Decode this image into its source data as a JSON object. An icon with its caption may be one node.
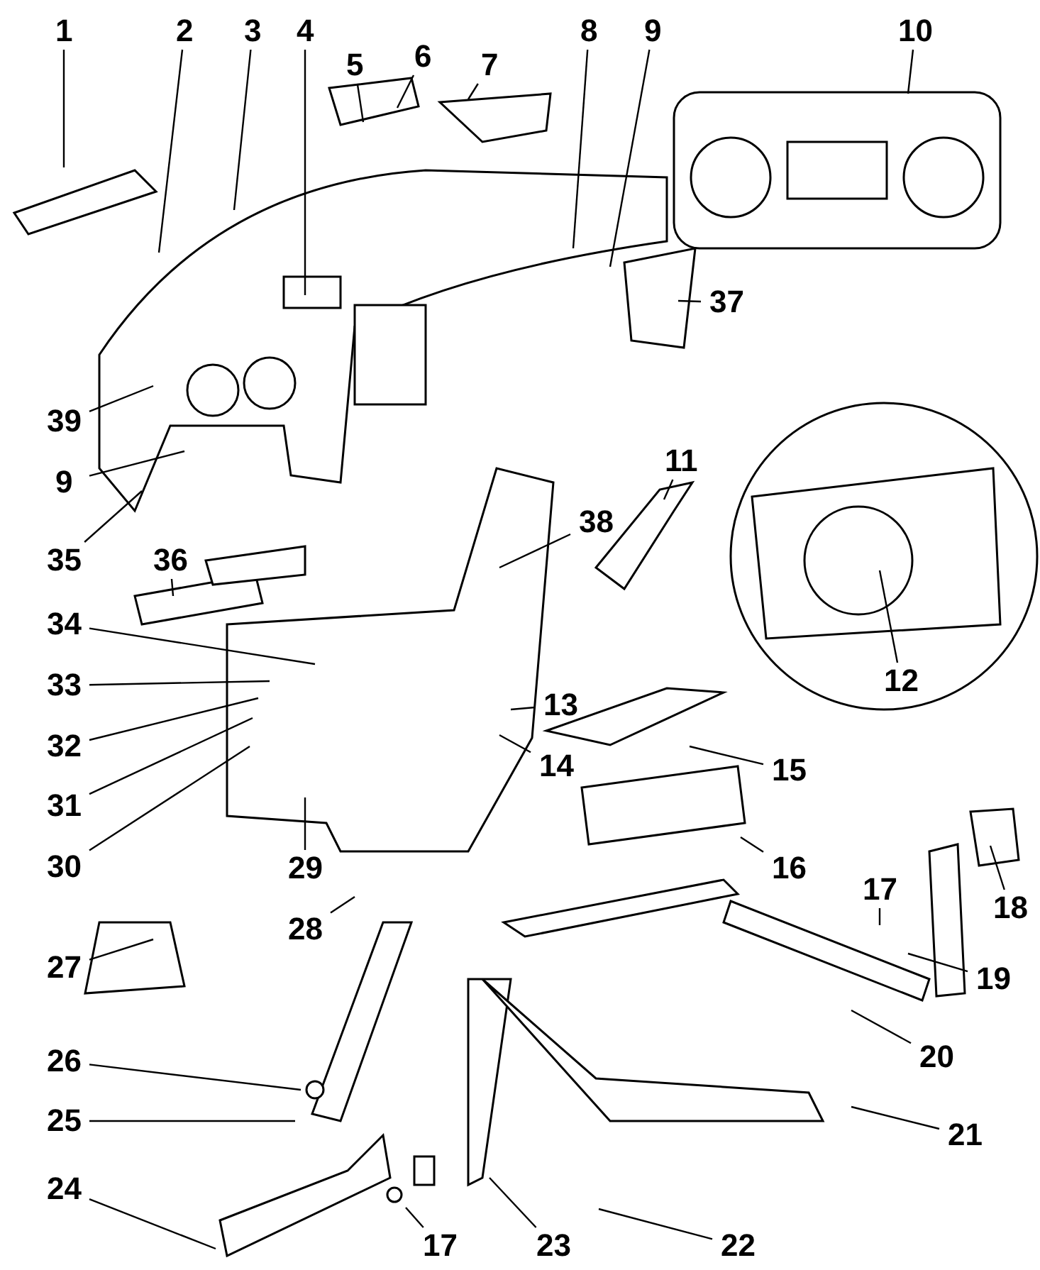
{
  "diagram": {
    "nodes": [
      {
        "text": [
          "1"
        ]
      },
      {
        "text": [
          "2"
        ]
      },
      {
        "text": [
          "3"
        ]
      },
      {
        "text": [
          "4"
        ]
      },
      {
        "text": [
          "5"
        ]
      },
      {
        "text": [
          "6"
        ]
      },
      {
        "text": [
          "7"
        ]
      },
      {
        "text": [
          "8"
        ]
      },
      {
        "text": [
          "9"
        ]
      },
      {
        "text": [
          "10"
        ]
      },
      {
        "text": [
          "37"
        ]
      },
      {
        "text": [
          "39"
        ]
      },
      {
        "text": [
          "11"
        ]
      },
      {
        "text": [
          "9"
        ]
      },
      {
        "text": [
          "38"
        ]
      },
      {
        "text": [
          "35"
        ]
      },
      {
        "text": [
          "36"
        ]
      },
      {
        "text": [
          "34"
        ]
      },
      {
        "text": [
          "12"
        ]
      },
      {
        "text": [
          "33"
        ]
      },
      {
        "text": [
          "13"
        ]
      },
      {
        "text": [
          "32"
        ]
      },
      {
        "text": [
          "14"
        ]
      },
      {
        "text": [
          "15"
        ]
      },
      {
        "text": [
          "31"
        ]
      },
      {
        "text": [
          "30"
        ]
      },
      {
        "text": [
          "29"
        ]
      },
      {
        "text": [
          "16"
        ]
      },
      {
        "text": [
          "17"
        ]
      },
      {
        "text": [
          "18"
        ]
      },
      {
        "text": [
          "28"
        ]
      },
      {
        "text": [
          "27"
        ]
      },
      {
        "text": [
          "19"
        ]
      },
      {
        "text": [
          "20"
        ]
      },
      {
        "text": [
          "26"
        ]
      },
      {
        "text": [
          "25"
        ]
      },
      {
        "text": [
          "21"
        ]
      },
      {
        "text": [
          "24"
        ]
      },
      {
        "text": [
          "17"
        ]
      },
      {
        "text": [
          "23"
        ]
      },
      {
        "text": [
          "22"
        ]
      }
    ],
    "edges": [
      {
        "from": 0,
        "to": null,
        "arrow": "none"
      },
      {
        "from": 1,
        "to": null,
        "arrow": "none"
      },
      {
        "from": 2,
        "to": null,
        "arrow": "none"
      },
      {
        "from": 3,
        "to": null,
        "arrow": "none"
      },
      {
        "from": 4,
        "to": null,
        "arrow": "none"
      },
      {
        "from": 5,
        "to": null,
        "arrow": "none"
      },
      {
        "from": 6,
        "to": null,
        "arrow": "none"
      },
      {
        "from": 7,
        "to": null,
        "arrow": "none"
      },
      {
        "from": 8,
        "to": null,
        "arrow": "none"
      },
      {
        "from": 9,
        "to": null,
        "arrow": "none"
      },
      {
        "from": 10,
        "to": null,
        "arrow": "none"
      },
      {
        "from": 11,
        "to": null,
        "arrow": "none"
      },
      {
        "from": 12,
        "to": null,
        "arrow": "none"
      },
      {
        "from": 13,
        "to": null,
        "arrow": "none"
      },
      {
        "from": 14,
        "to": null,
        "arrow": "none"
      },
      {
        "from": 15,
        "to": null,
        "arrow": "none"
      },
      {
        "from": 16,
        "to": null,
        "arrow": "none"
      },
      {
        "from": 17,
        "to": null,
        "arrow": "none"
      },
      {
        "from": 18,
        "to": null,
        "arrow": "none"
      },
      {
        "from": 19,
        "to": null,
        "arrow": "none"
      },
      {
        "from": 20,
        "to": null,
        "arrow": "none"
      },
      {
        "from": 21,
        "to": null,
        "arrow": "none"
      },
      {
        "from": 22,
        "to": null,
        "arrow": "none"
      },
      {
        "from": 23,
        "to": null,
        "arrow": "none"
      },
      {
        "from": 24,
        "to": null,
        "arrow": "none"
      },
      {
        "from": 25,
        "to": null,
        "arrow": "none"
      },
      {
        "from": 26,
        "to": null,
        "arrow": "none"
      },
      {
        "from": 27,
        "to": null,
        "arrow": "none"
      },
      {
        "from": 28,
        "to": null,
        "arrow": "none"
      },
      {
        "from": 29,
        "to": null,
        "arrow": "none"
      },
      {
        "from": 30,
        "to": null,
        "arrow": "none"
      },
      {
        "from": 31,
        "to": null,
        "arrow": "none"
      },
      {
        "from": 32,
        "to": null,
        "arrow": "none"
      },
      {
        "from": 33,
        "to": null,
        "arrow": "none"
      },
      {
        "from": 34,
        "to": null,
        "arrow": "none"
      },
      {
        "from": 35,
        "to": null,
        "arrow": "none"
      },
      {
        "from": 36,
        "to": null,
        "arrow": "none"
      },
      {
        "from": 37,
        "to": null,
        "arrow": "none"
      },
      {
        "from": 38,
        "to": null,
        "arrow": "none"
      },
      {
        "from": 39,
        "to": null,
        "arrow": "none"
      },
      {
        "from": 40,
        "to": null,
        "arrow": "none"
      }
    ]
  }
}
